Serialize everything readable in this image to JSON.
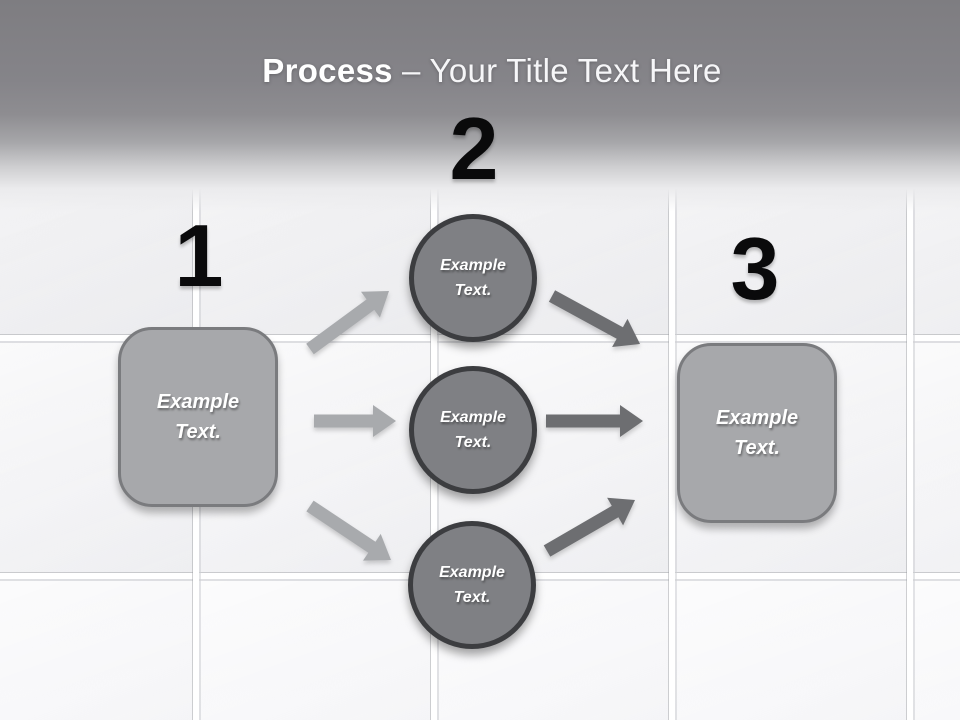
{
  "slide_title": {
    "bold_text": "Process",
    "regular_text": "– Your Title Text Here"
  },
  "steps": [
    {
      "number": "1",
      "shape": "rounded-rectangle",
      "label": "Example Text."
    },
    {
      "number": "2",
      "shape": "circle-group",
      "labels": [
        "Example Text.",
        "Example Text.",
        "Example Text."
      ]
    },
    {
      "number": "3",
      "shape": "rounded-rectangle",
      "label": "Example Text."
    }
  ],
  "colors": {
    "header_gradient_top": "#7e7d81",
    "title_text_color": "#ffffff",
    "step_number_color": "#0a0a0b",
    "rect_fill": "#a7a8ab",
    "rect_border": "#7a7b7e",
    "circle_fill": "#7f8084",
    "circle_border": "#3c3d40",
    "arrow_light": "#a8aaad",
    "arrow_dark": "#6d6e71"
  }
}
